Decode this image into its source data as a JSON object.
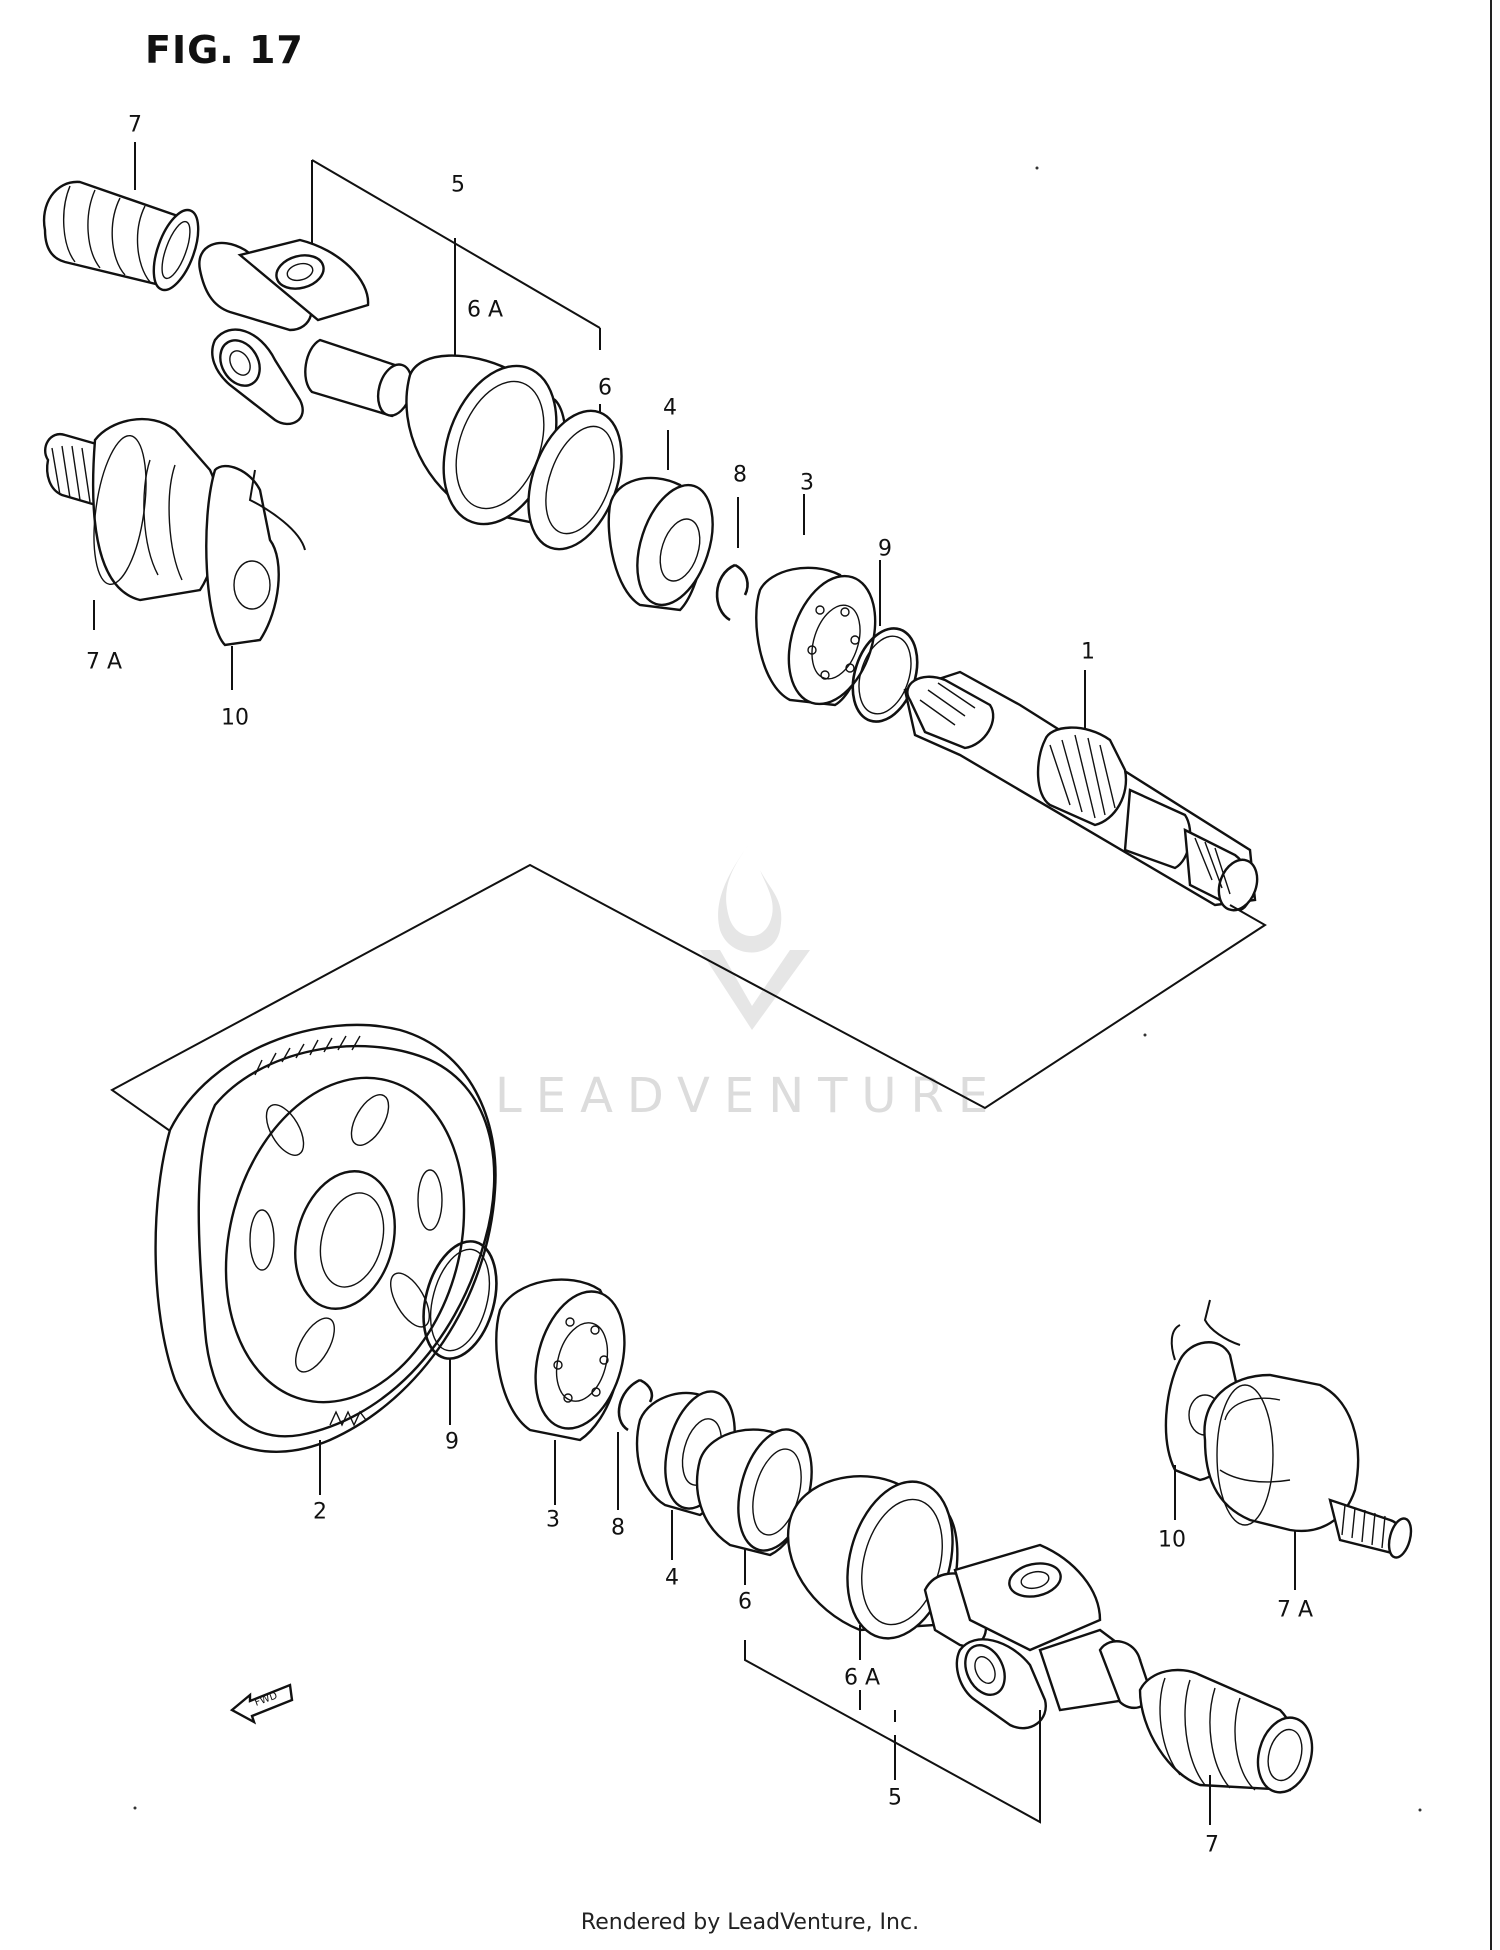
{
  "figure": {
    "title": "FIG. 17",
    "watermark": "LEADVENTURE",
    "footer": "Rendered by LeadVenture, Inc.",
    "fwd_label": "FWD"
  },
  "callouts": {
    "top": {
      "c7": "7",
      "c5": "5",
      "c6a": "6 A",
      "c6": "6",
      "c4": "4",
      "c8": "8",
      "c3": "3",
      "c9": "9",
      "c1": "1",
      "c7a": "7 A",
      "c10": "10"
    },
    "bottom": {
      "c9": "9",
      "c2": "2",
      "c3": "3",
      "c8": "8",
      "c4": "4",
      "c6": "6",
      "c6a": "6 A",
      "c5": "5",
      "c7": "7",
      "c10": "10",
      "c7a": "7 A"
    }
  }
}
